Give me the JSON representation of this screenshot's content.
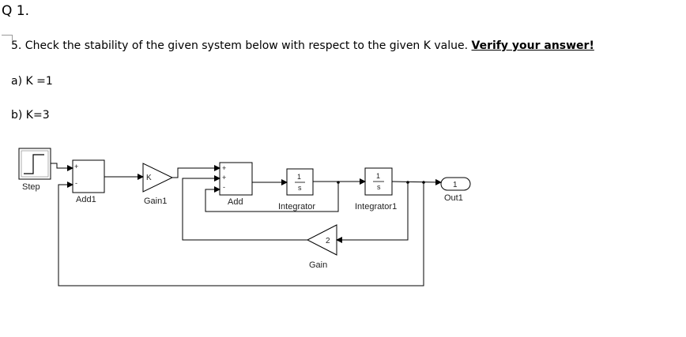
{
  "question": {
    "heading": "Q 1.",
    "prompt_text": "5. Check the stability of the given system below with respect to the given K value. ",
    "prompt_emphasis": "Verify your answer!",
    "part_a": "a) K =1",
    "part_b": "b) K=3"
  },
  "diagram": {
    "blocks": {
      "step": "Step",
      "add1": "Add1",
      "add1_sign_top": "+",
      "add1_sign_bottom": "-",
      "gain1": "Gain1",
      "gain1_symbol": "K",
      "add": "Add",
      "add_sign_1": "+",
      "add_sign_2": "+",
      "add_sign_3": "-",
      "integrator": "Integrator",
      "integrator1": "Integrator1",
      "int_numerator": "1",
      "int_denominator": "s",
      "gain": "Gain",
      "gain_value": "2",
      "out1": "Out1",
      "out1_port": "1"
    }
  }
}
